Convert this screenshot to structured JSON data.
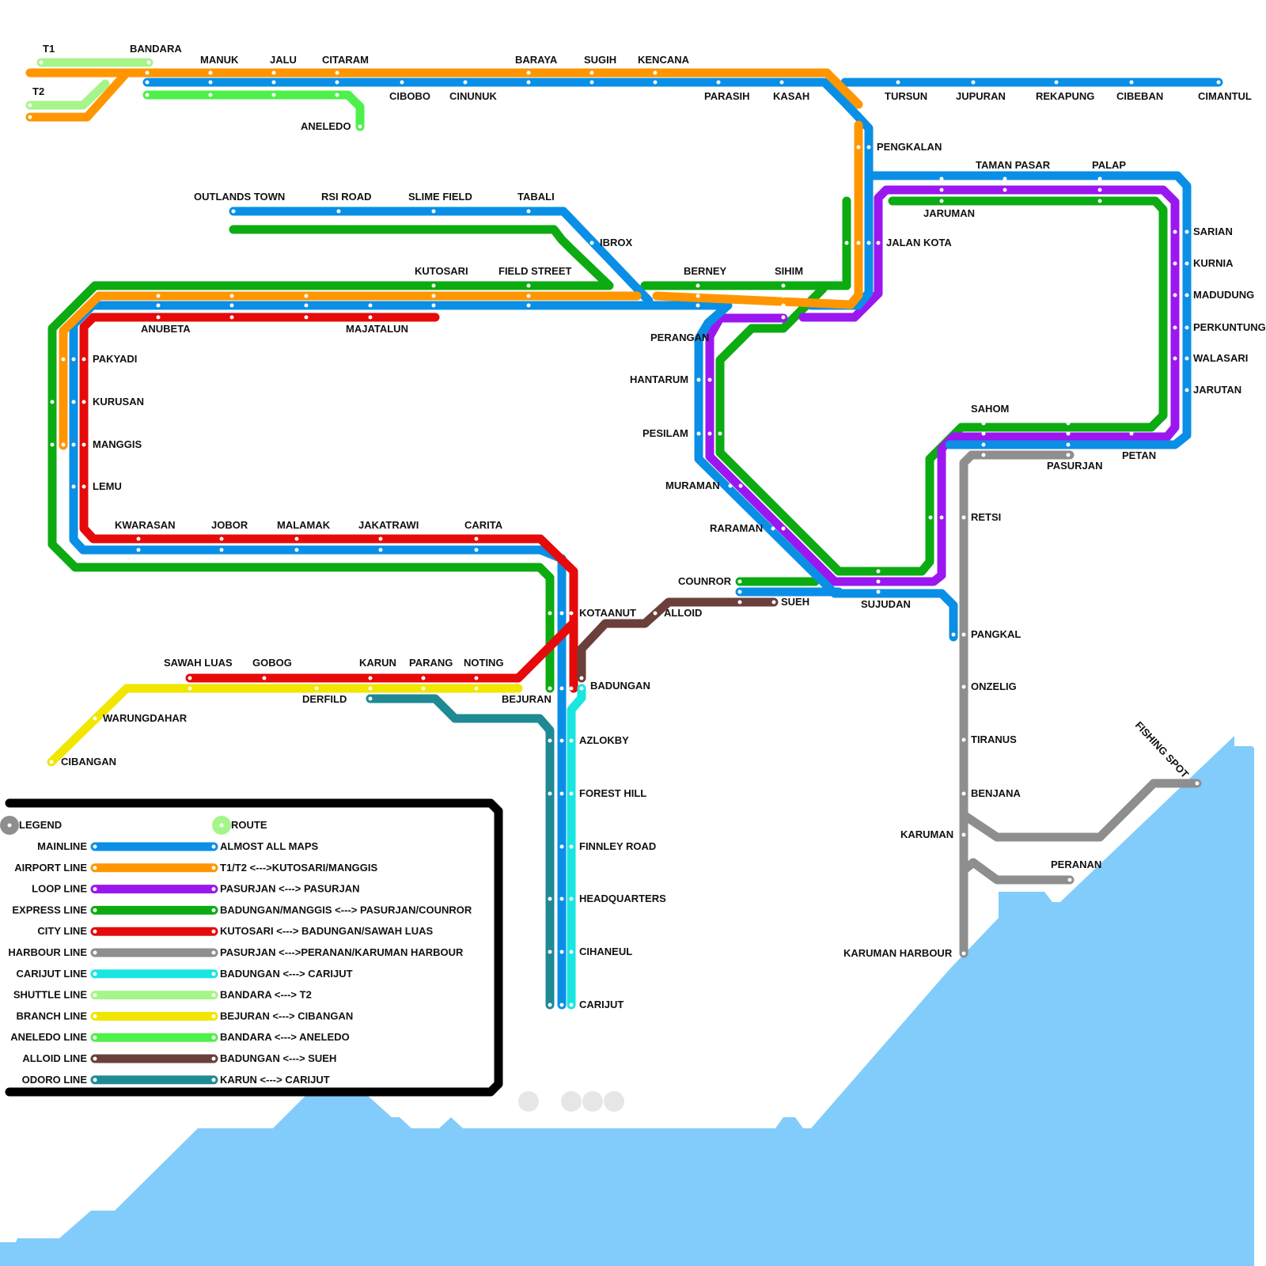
{
  "colors": {
    "mainline": "#0a8fe6",
    "airport": "#ff9600",
    "loop": "#9b17ef",
    "express": "#0cab12",
    "city": "#e60a0a",
    "harbour": "#8e8e8e",
    "carijut": "#19e6e0",
    "shuttle": "#a6f58a",
    "branch": "#f0e600",
    "aneledo": "#4ef04a",
    "alloid": "#6b3f3a",
    "odoro": "#1f8a93",
    "water": "#81ccfa",
    "frame": "#000000"
  },
  "stations": {
    "t1": "T1",
    "t2": "T2",
    "bandara": "BANDARA",
    "manuk": "MANUK",
    "jalu": "JALU",
    "citaram": "CITARAM",
    "baraya": "BARAYA",
    "sugih": "SUGIH",
    "kencana": "KENCANA",
    "cibobo": "CIBOBO",
    "cinunuk": "CINUNUK",
    "parasih": "PARASIH",
    "kasah": "KASAH",
    "tursun": "TURSUN",
    "jupuran": "JUPURAN",
    "rekapung": "REKAPUNG",
    "cibeban": "CIBEBAN",
    "cimantul": "CIMANTUL",
    "aneledo": "ANELEDO",
    "pengkalan": "PENGKALAN",
    "taman_pasar": "TAMAN PASAR",
    "palap": "PALAP",
    "jaruman": "JARUMAN",
    "jalan_kota": "JALAN KOTA",
    "sarian": "SARIAN",
    "kurnia": "KURNIA",
    "madudung": "MADUDUNG",
    "perkuntung": "PERKUNTUNG",
    "walasari": "WALASARI",
    "jarutan": "JARUTAN",
    "outlands_town": "OUTLANDS TOWN",
    "rsi_road": "RSI ROAD",
    "slime_field": "SLIME FIELD",
    "tabali": "TABALI",
    "ibrox": "IBROX",
    "kutosari": "KUTOSARI",
    "field_street": "FIELD STREET",
    "berney": "BERNEY",
    "sihim": "SIHIM",
    "anubeta": "ANUBETA",
    "majatalun": "MAJATALUN",
    "perangan": "PERANGAN",
    "hantarum": "HANTARUM",
    "pesilam": "PESILAM",
    "muraman": "MURAMAN",
    "raraman": "RARAMAN",
    "pakyadi": "PAKYADI",
    "kurusan": "KURUSAN",
    "manggis": "MANGGIS",
    "lemu": "LEMU",
    "sahom": "SAHOM",
    "pasurjan": "PASURJAN",
    "petan": "PETAN",
    "retsi": "RETSI",
    "kwarasan": "KWARASAN",
    "jobor": "JOBOR",
    "malamak": "MALAMAK",
    "jakatrawi": "JAKATRAWI",
    "carita": "CARITA",
    "counror": "COUNROR",
    "sueh": "SUEH",
    "sujudan": "SUJUDAN",
    "kotaanut": "KOTAANUT",
    "alloid": "ALLOID",
    "pangkal": "PANGKAL",
    "sawah_luas": "SAWAH LUAS",
    "gobog": "GOBOG",
    "karun": "KARUN",
    "parang": "PARANG",
    "noting": "NOTING",
    "derfild": "DERFILD",
    "bejuran": "BEJURAN",
    "badungan": "BADUNGAN",
    "warungdahar": "WARUNGDAHAR",
    "cibangan": "CIBANGAN",
    "azlokby": "AZLOKBY",
    "forest_hill": "FOREST HILL",
    "onzelig": "ONZELIG",
    "tiranus": "TIRANUS",
    "benjana": "BENJANA",
    "karuman": "KARUMAN",
    "fishing_spot": "FISHING SPOT",
    "peranan": "PERANAN",
    "finnley_road": "FINNLEY ROAD",
    "headquarters": "HEADQUARTERS",
    "cihaneul": "CIHANEUL",
    "karuman_harbour": "KARUMAN HARBOUR",
    "carijut": "CARIJUT"
  },
  "legend": {
    "title": "LEGEND",
    "route_header": "ROUTE",
    "lines": [
      {
        "key": "mainline",
        "name": "MAINLINE",
        "route": "ALMOST ALL MAPS"
      },
      {
        "key": "airport",
        "name": "AIRPORT LINE",
        "route": "T1/T2 <--->KUTOSARI/MANGGIS"
      },
      {
        "key": "loop",
        "name": "LOOP LINE",
        "route": "PASURJAN <---> PASURJAN"
      },
      {
        "key": "express",
        "name": "EXPRESS LINE",
        "route": "BADUNGAN/MANGGIS <---> PASURJAN/COUNROR"
      },
      {
        "key": "city",
        "name": "CITY LINE",
        "route": "KUTOSARI <---> BADUNGAN/SAWAH LUAS"
      },
      {
        "key": "harbour",
        "name": "HARBOUR LINE",
        "route": "PASURJAN <--->PERANAN/KARUMAN HARBOUR"
      },
      {
        "key": "carijut",
        "name": "CARIJUT LINE",
        "route": "BADUNGAN <---> CARIJUT"
      },
      {
        "key": "shuttle",
        "name": "SHUTTLE LINE",
        "route": "BANDARA <---> T2"
      },
      {
        "key": "branch",
        "name": "BRANCH LINE",
        "route": "BEJURAN <---> CIBANGAN"
      },
      {
        "key": "aneledo",
        "name": "ANELEDO LINE",
        "route": "BANDARA <---> ANELEDO"
      },
      {
        "key": "alloid",
        "name": "ALLOID LINE",
        "route": "BADUNGAN <---> SUEH"
      },
      {
        "key": "odoro",
        "name": "ODORO LINE",
        "route": "KARUN <---> CARIJUT"
      }
    ]
  }
}
